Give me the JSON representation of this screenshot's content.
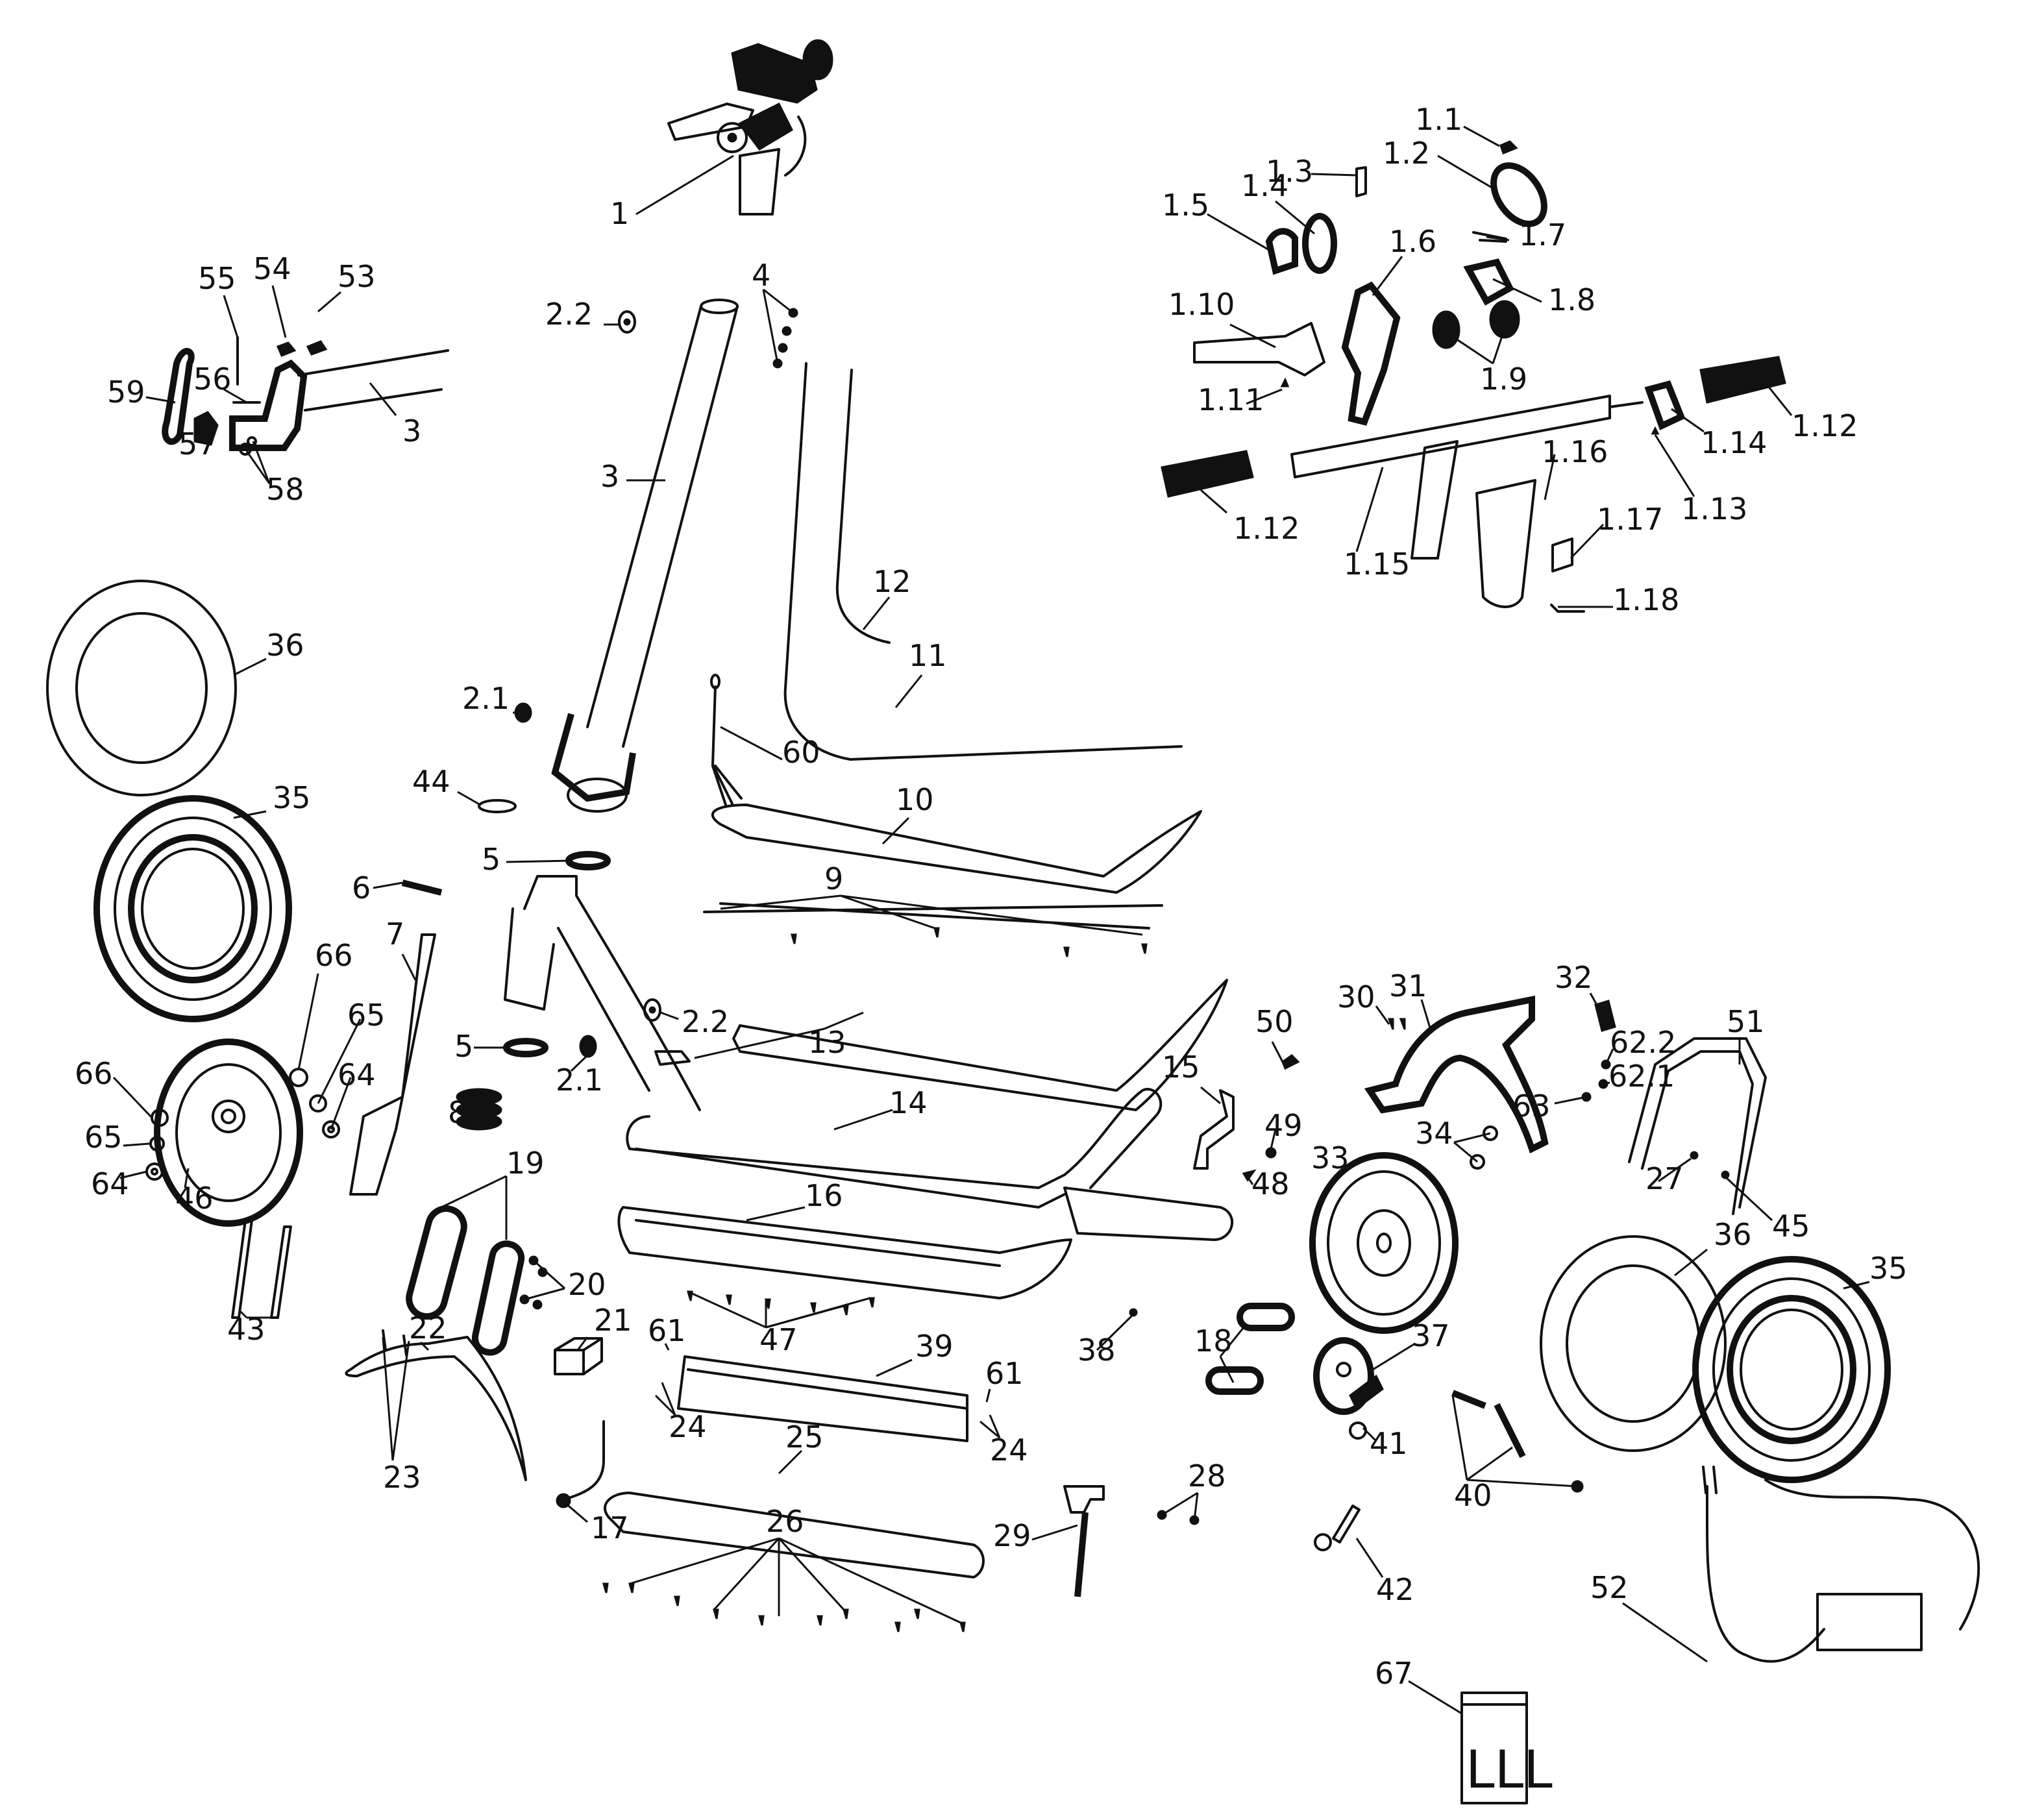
{
  "diagram": {
    "title": "",
    "type": "exploded-parts-diagram",
    "subject": "electric kick scooter",
    "callouts": [
      {
        "id": "1",
        "label": "1",
        "part": "handlebar assembly"
      },
      {
        "id": "1.1",
        "label": "1.1"
      },
      {
        "id": "1.2",
        "label": "1.2"
      },
      {
        "id": "1.3",
        "label": "1.3"
      },
      {
        "id": "1.4",
        "label": "1.4"
      },
      {
        "id": "1.5",
        "label": "1.5"
      },
      {
        "id": "1.6",
        "label": "1.6"
      },
      {
        "id": "1.7",
        "label": "1.7"
      },
      {
        "id": "1.8",
        "label": "1.8"
      },
      {
        "id": "1.9",
        "label": "1.9"
      },
      {
        "id": "1.10",
        "label": "1.10"
      },
      {
        "id": "1.11",
        "label": "1.11"
      },
      {
        "id": "1.12a",
        "label": "1.12"
      },
      {
        "id": "1.12b",
        "label": "1.12"
      },
      {
        "id": "1.13",
        "label": "1.13"
      },
      {
        "id": "1.14",
        "label": "1.14"
      },
      {
        "id": "1.15",
        "label": "1.15"
      },
      {
        "id": "1.16",
        "label": "1.16"
      },
      {
        "id": "1.17",
        "label": "1.17"
      },
      {
        "id": "1.18",
        "label": "1.18"
      },
      {
        "id": "2.1a",
        "label": "2.1"
      },
      {
        "id": "2.1b",
        "label": "2.1"
      },
      {
        "id": "2.2a",
        "label": "2.2"
      },
      {
        "id": "2.2b",
        "label": "2.2"
      },
      {
        "id": "3a",
        "label": "3"
      },
      {
        "id": "3b",
        "label": "3"
      },
      {
        "id": "4",
        "label": "4"
      },
      {
        "id": "5a",
        "label": "5"
      },
      {
        "id": "5b",
        "label": "5"
      },
      {
        "id": "6",
        "label": "6"
      },
      {
        "id": "7",
        "label": "7"
      },
      {
        "id": "8",
        "label": "8"
      },
      {
        "id": "9",
        "label": "9"
      },
      {
        "id": "10",
        "label": "10"
      },
      {
        "id": "11",
        "label": "11"
      },
      {
        "id": "12",
        "label": "12"
      },
      {
        "id": "13",
        "label": "13"
      },
      {
        "id": "14",
        "label": "14"
      },
      {
        "id": "15",
        "label": "15"
      },
      {
        "id": "16",
        "label": "16"
      },
      {
        "id": "17",
        "label": "17"
      },
      {
        "id": "18",
        "label": "18"
      },
      {
        "id": "19",
        "label": "19"
      },
      {
        "id": "20",
        "label": "20"
      },
      {
        "id": "21",
        "label": "21"
      },
      {
        "id": "22",
        "label": "22"
      },
      {
        "id": "23",
        "label": "23"
      },
      {
        "id": "24a",
        "label": "24"
      },
      {
        "id": "24b",
        "label": "24"
      },
      {
        "id": "25",
        "label": "25"
      },
      {
        "id": "26",
        "label": "26"
      },
      {
        "id": "27",
        "label": "27"
      },
      {
        "id": "28",
        "label": "28"
      },
      {
        "id": "29",
        "label": "29"
      },
      {
        "id": "30",
        "label": "30"
      },
      {
        "id": "31",
        "label": "31"
      },
      {
        "id": "32",
        "label": "32"
      },
      {
        "id": "33",
        "label": "33"
      },
      {
        "id": "34",
        "label": "34"
      },
      {
        "id": "35a",
        "label": "35"
      },
      {
        "id": "35b",
        "label": "35"
      },
      {
        "id": "36a",
        "label": "36"
      },
      {
        "id": "36b",
        "label": "36"
      },
      {
        "id": "37",
        "label": "37"
      },
      {
        "id": "38",
        "label": "38"
      },
      {
        "id": "39",
        "label": "39"
      },
      {
        "id": "40",
        "label": "40"
      },
      {
        "id": "41",
        "label": "41"
      },
      {
        "id": "42",
        "label": "42"
      },
      {
        "id": "43",
        "label": "43"
      },
      {
        "id": "44",
        "label": "44"
      },
      {
        "id": "45",
        "label": "45"
      },
      {
        "id": "46",
        "label": "46"
      },
      {
        "id": "47",
        "label": "47"
      },
      {
        "id": "48",
        "label": "48"
      },
      {
        "id": "49",
        "label": "49"
      },
      {
        "id": "50",
        "label": "50"
      },
      {
        "id": "51",
        "label": "51"
      },
      {
        "id": "52",
        "label": "52"
      },
      {
        "id": "53",
        "label": "53"
      },
      {
        "id": "54",
        "label": "54"
      },
      {
        "id": "55",
        "label": "55"
      },
      {
        "id": "56",
        "label": "56"
      },
      {
        "id": "57",
        "label": "57"
      },
      {
        "id": "58",
        "label": "58"
      },
      {
        "id": "59",
        "label": "59"
      },
      {
        "id": "60",
        "label": "60"
      },
      {
        "id": "61a",
        "label": "61"
      },
      {
        "id": "61b",
        "label": "61"
      },
      {
        "id": "62.1",
        "label": "62.1"
      },
      {
        "id": "62.2",
        "label": "62.2"
      },
      {
        "id": "63",
        "label": "63"
      },
      {
        "id": "64a",
        "label": "64"
      },
      {
        "id": "64b",
        "label": "64"
      },
      {
        "id": "65a",
        "label": "65"
      },
      {
        "id": "65b",
        "label": "65"
      },
      {
        "id": "66a",
        "label": "66"
      },
      {
        "id": "66b",
        "label": "66"
      },
      {
        "id": "67",
        "label": "67"
      }
    ],
    "manual_icon_text": "LLL"
  }
}
